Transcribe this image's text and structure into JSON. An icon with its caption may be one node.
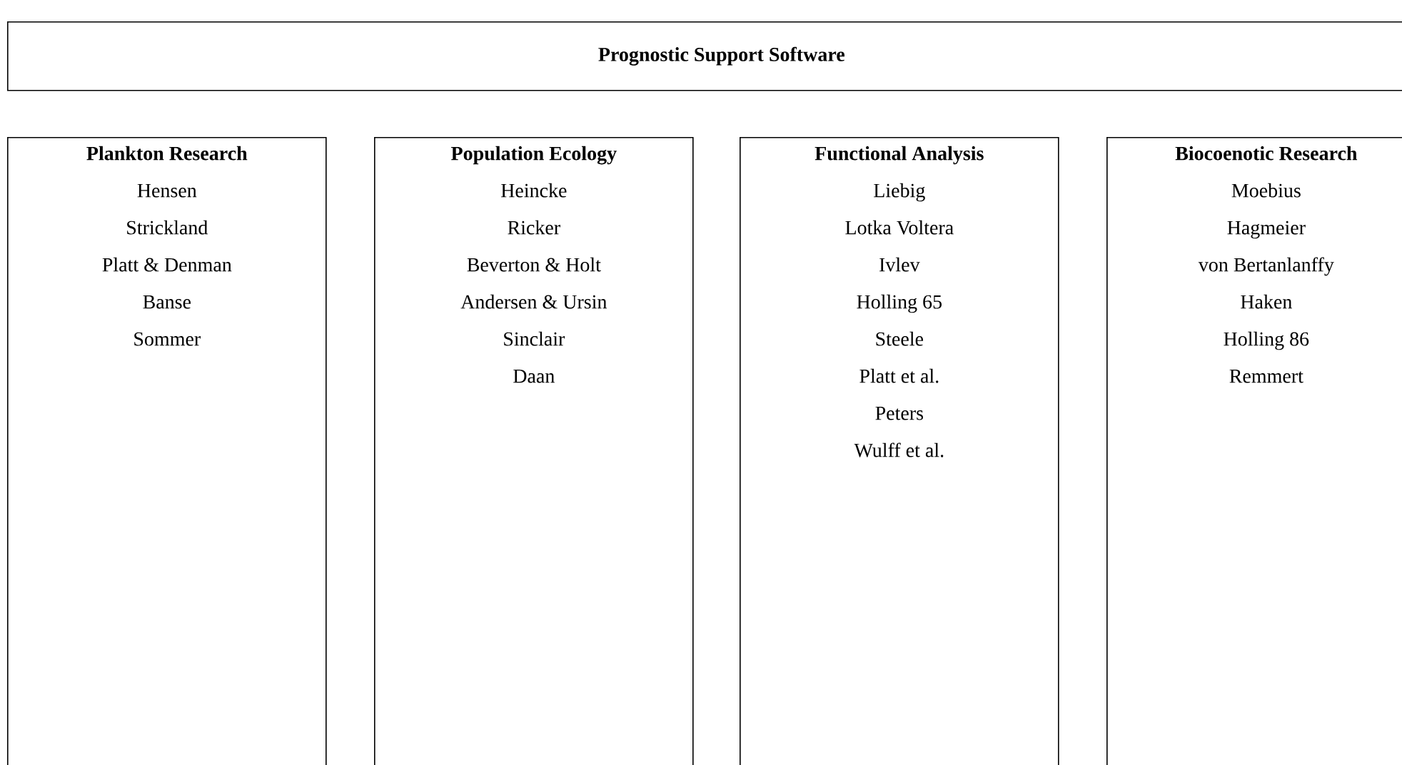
{
  "diagram": {
    "nodes": [
      {
        "text": [
          "Prognostic Support Software"
        ]
      },
      {
        "text": [
          "Plankton Research",
          "Hensen",
          "Strickland",
          "Platt & Denman",
          "Banse",
          "Sommer"
        ]
      },
      {
        "text": [
          "Population Ecology",
          "Heincke",
          "Ricker",
          "Beverton & Holt",
          "Andersen & Ursin",
          "Sinclair",
          "Daan"
        ]
      },
      {
        "text": [
          "Functional Analysis",
          "Liebig",
          "Lotka Voltera",
          "Ivlev",
          "Holling 65",
          "Steele",
          "Platt et al.",
          "Peters",
          "Wulff et al."
        ]
      },
      {
        "text": [
          "Biocoenotic Research",
          "Moebius",
          "Hagmeier",
          "von Bertanlanffy",
          "Haken",
          "Holling 86",
          "Remmert"
        ]
      }
    ]
  }
}
